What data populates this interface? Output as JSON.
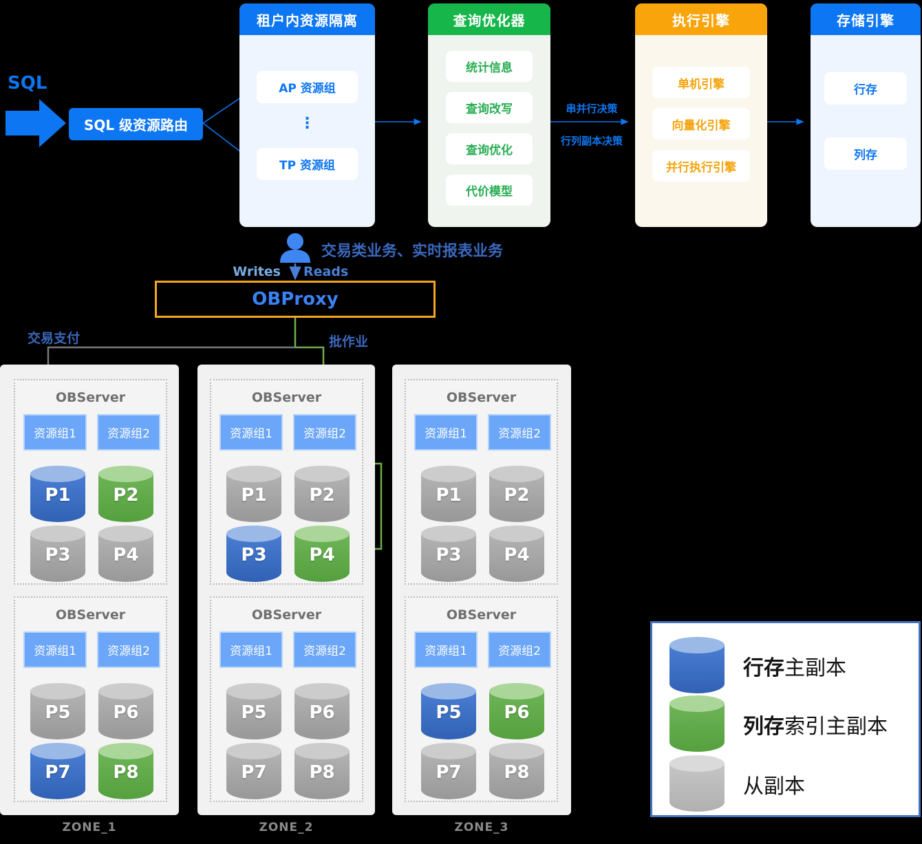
{
  "pipeline": {
    "sql_label": "SQL",
    "router": "SQL 级资源路由",
    "panels": [
      {
        "title": "租户内资源隔离",
        "items": [
          "AP 资源组",
          "TP 资源组"
        ],
        "dots": "⋮"
      },
      {
        "title": "查询优化器",
        "items": [
          "统计信息",
          "查询改写",
          "查询优化",
          "代价模型"
        ]
      },
      {
        "title": "执行引擎",
        "items": [
          "单机引擎",
          "向量化引擎",
          "并行执行引擎"
        ]
      },
      {
        "title": "存储引擎",
        "items": [
          "行存",
          "列存"
        ]
      }
    ],
    "edge_labels": {
      "top": "串并行决策",
      "bottom": "行列副本决策"
    }
  },
  "proxy": {
    "user_caption": "交易类业务、实时报表业务",
    "writes": "Writes",
    "reads": "Reads",
    "box_label": "OBProxy",
    "left_branch": "交易支付",
    "right_branch": "批作业"
  },
  "zones": [
    {
      "name": "ZONE_1",
      "servers": [
        {
          "title": "OBServer",
          "groups": [
            "资源组1",
            "资源组2"
          ],
          "partitions": [
            {
              "label": "P1",
              "type": "blue"
            },
            {
              "label": "P2",
              "type": "green"
            },
            {
              "label": "P3",
              "type": "gray"
            },
            {
              "label": "P4",
              "type": "gray"
            }
          ]
        },
        {
          "title": "OBServer",
          "groups": [
            "资源组1",
            "资源组2"
          ],
          "partitions": [
            {
              "label": "P5",
              "type": "gray"
            },
            {
              "label": "P6",
              "type": "gray"
            },
            {
              "label": "P7",
              "type": "blue"
            },
            {
              "label": "P8",
              "type": "green"
            }
          ]
        }
      ]
    },
    {
      "name": "ZONE_2",
      "servers": [
        {
          "title": "OBServer",
          "groups": [
            "资源组1",
            "资源组2"
          ],
          "partitions": [
            {
              "label": "P1",
              "type": "gray"
            },
            {
              "label": "P2",
              "type": "gray"
            },
            {
              "label": "P3",
              "type": "blue"
            },
            {
              "label": "P4",
              "type": "green"
            }
          ]
        },
        {
          "title": "OBServer",
          "groups": [
            "资源组1",
            "资源组2"
          ],
          "partitions": [
            {
              "label": "P5",
              "type": "gray"
            },
            {
              "label": "P6",
              "type": "gray"
            },
            {
              "label": "P7",
              "type": "gray"
            },
            {
              "label": "P8",
              "type": "gray"
            }
          ]
        }
      ]
    },
    {
      "name": "ZONE_3",
      "servers": [
        {
          "title": "OBServer",
          "groups": [
            "资源组1",
            "资源组2"
          ],
          "partitions": [
            {
              "label": "P1",
              "type": "gray"
            },
            {
              "label": "P2",
              "type": "gray"
            },
            {
              "label": "P3",
              "type": "gray"
            },
            {
              "label": "P4",
              "type": "gray"
            }
          ]
        },
        {
          "title": "OBServer",
          "groups": [
            "资源组1",
            "资源组2"
          ],
          "partitions": [
            {
              "label": "P5",
              "type": "blue"
            },
            {
              "label": "P6",
              "type": "green"
            },
            {
              "label": "P7",
              "type": "gray"
            },
            {
              "label": "P8",
              "type": "gray"
            }
          ]
        }
      ]
    }
  ],
  "legend": {
    "items": [
      {
        "bold": "行存",
        "rest": "主副本",
        "type": "blue"
      },
      {
        "bold": "列存",
        "rest": "索引主副本",
        "type": "green"
      },
      {
        "bold": "",
        "rest": "从副本",
        "type": "gray"
      }
    ]
  },
  "colors": {
    "blue": "#0d76f2",
    "green": "#17b64a",
    "orange": "#faa40b",
    "proxy_border": "#f7a71f",
    "line_green": "#6faf4c",
    "line_gray": "#7a7a7a",
    "legend_border": "#4576bd"
  }
}
